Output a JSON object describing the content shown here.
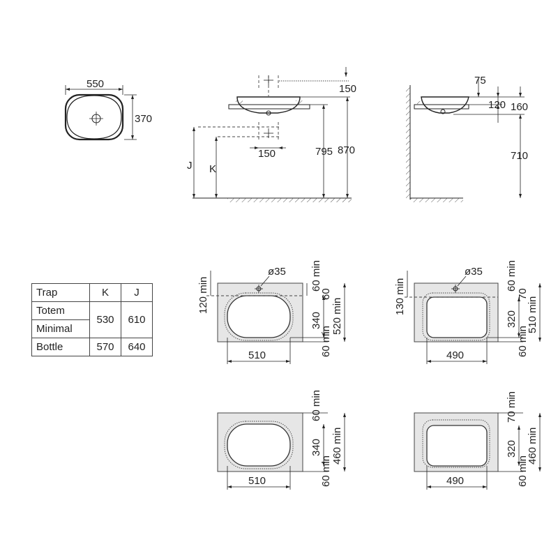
{
  "top_view": {
    "width_label": "550",
    "depth_label": "370"
  },
  "front_view": {
    "tap_spacing_top": "150",
    "tap_spacing_bottom": "150",
    "height_795": "795",
    "height_870": "870",
    "label_j": "J",
    "label_k": "K"
  },
  "side_view": {
    "offset_75": "75",
    "height_120": "120",
    "height_160": "160",
    "height_710": "710"
  },
  "trap_table": {
    "header": {
      "trap": "Trap",
      "k": "K",
      "j": "J"
    },
    "rows": [
      {
        "trap_a": "Totem",
        "trap_b": "Minimal",
        "k": "530",
        "j": "610"
      },
      {
        "trap": "Bottle",
        "k": "570",
        "j": "640"
      }
    ]
  },
  "cutouts": {
    "a": {
      "hole": "ø35",
      "left": "120 min",
      "top": "60 min",
      "tap": "60",
      "inner": "340",
      "total": "520 min",
      "bottom": "60 min",
      "width": "510"
    },
    "b": {
      "hole": "ø35",
      "left": "130 min",
      "top": "60 min",
      "tap": "70",
      "inner": "320",
      "total": "510 min",
      "bottom": "60 min",
      "width": "490"
    },
    "c": {
      "top": "60 min",
      "inner": "340",
      "total": "460 min",
      "bottom": "60 min",
      "width": "510"
    },
    "d": {
      "top": "70 min",
      "inner": "320",
      "total": "460 min",
      "bottom": "60 min",
      "width": "490"
    }
  }
}
